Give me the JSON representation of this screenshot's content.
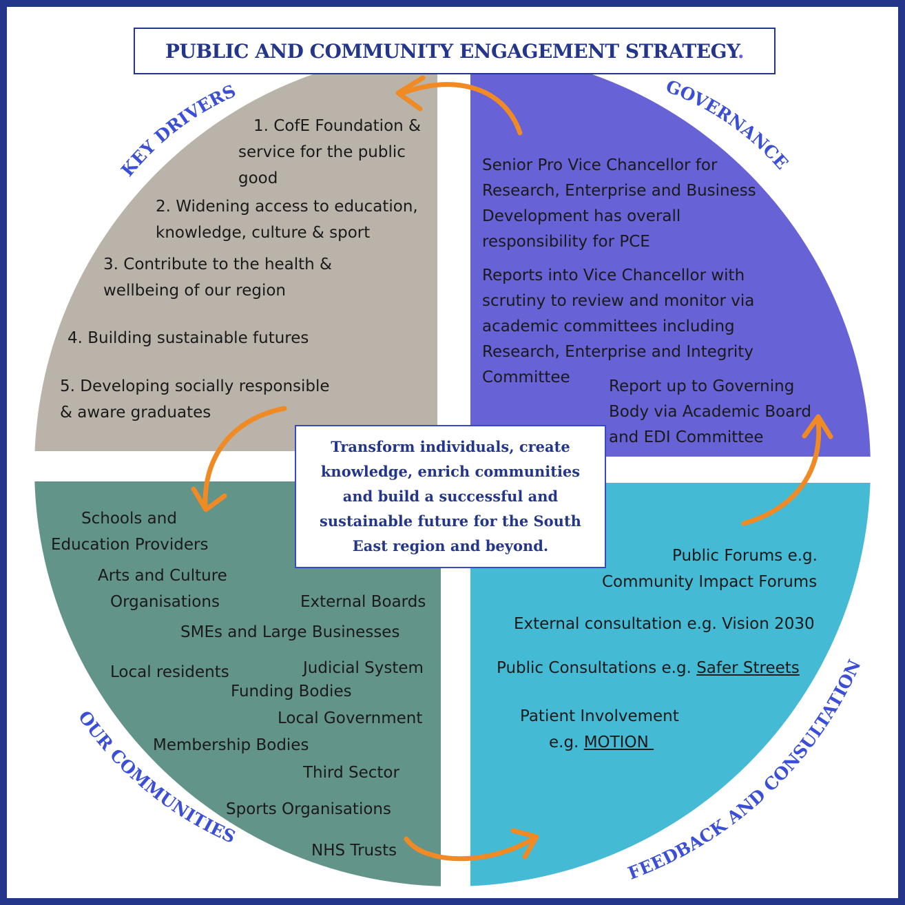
{
  "title": "PUBLIC AND COMMUNITY ENGAGEMENT STRATEGY",
  "title_punct": ".",
  "colors": {
    "border": "#23368a",
    "key_drivers_fill": "#b9b3a9",
    "governance_fill": "#6762d6",
    "communities_fill": "#63948a",
    "feedback_fill": "#45bad5",
    "arrow": "#f08a24",
    "label": "#3a4fd6"
  },
  "center": "Transform individuals, create knowledge, enrich communities and build a successful and sustainable future for the South East region and beyond.",
  "key_drivers": {
    "label": "KEY DRIVERS",
    "items": [
      "1. CofE Foundation &",
      "service for the public",
      "good",
      "2. Widening access to education,",
      "knowledge, culture & sport",
      "3. Contribute to the health &",
      "wellbeing of our region",
      "4. Building sustainable futures",
      "5. Developing socially responsible",
      "& aware graduates"
    ]
  },
  "governance": {
    "label": "GOVERNANCE",
    "paragraph_1": "Senior Pro Vice Chancellor for Research, Enterprise and Business Development has overall responsibility for PCE",
    "paragraph_2": "Reports into Vice Chancellor with scrutiny to review and monitor via academic committees including Research, Enterprise and Integrity Committee",
    "paragraph_3": "Report up to Governing Body via Academic Board and EDI Committee"
  },
  "communities": {
    "label": "OUR COMMUNITIES",
    "items": [
      "Schools and",
      "Education Providers",
      "Arts and Culture",
      "Organisations",
      "External Boards",
      "SMEs and Large Businesses",
      "Local residents",
      "Judicial System",
      "Funding Bodies",
      "Local Government",
      "Membership Bodies",
      "Third Sector",
      "Sports Organisations",
      "NHS Trusts"
    ]
  },
  "feedback": {
    "label": "FEEDBACK AND CONSULTATION",
    "forums_1": "Public Forums e.g.",
    "forums_2": "Community Impact Forums",
    "external": "External consultation e.g. Vision 2030",
    "public_prefix": "Public Consultations e.g. ",
    "public_link": "Safer Streets",
    "patient_1": "Patient Involvement",
    "patient_2_prefix": "e.g. ",
    "patient_link": "MOTION "
  }
}
